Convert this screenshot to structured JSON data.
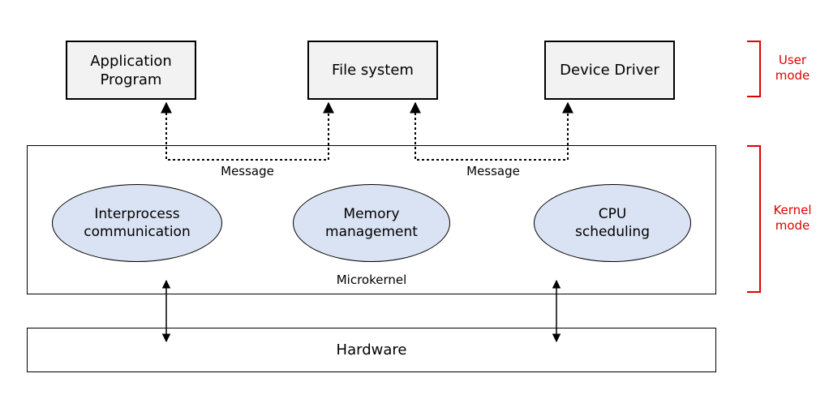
{
  "user_space": {
    "boxes": [
      {
        "id": "application",
        "label": "Application\nProgram"
      },
      {
        "id": "filesystem",
        "label": "File system"
      },
      {
        "id": "driver",
        "label": "Device Driver"
      }
    ]
  },
  "kernel": {
    "name": "Microkernel",
    "services": [
      {
        "id": "ipc",
        "label": "Interprocess\ncommunication"
      },
      {
        "id": "memory",
        "label": "Memory\nmanagement"
      },
      {
        "id": "cpu",
        "label": "CPU\nscheduling"
      }
    ],
    "message_labels": [
      "Message",
      "Message"
    ]
  },
  "hardware": {
    "label": "Hardware"
  },
  "modes": {
    "user": "User\nmode",
    "kernel": "Kernel\nmode"
  },
  "colors": {
    "user_box_fill": "#f2f2f2",
    "service_fill": "#dae3f3",
    "mode_bracket": "#e00000",
    "line": "#000000"
  }
}
